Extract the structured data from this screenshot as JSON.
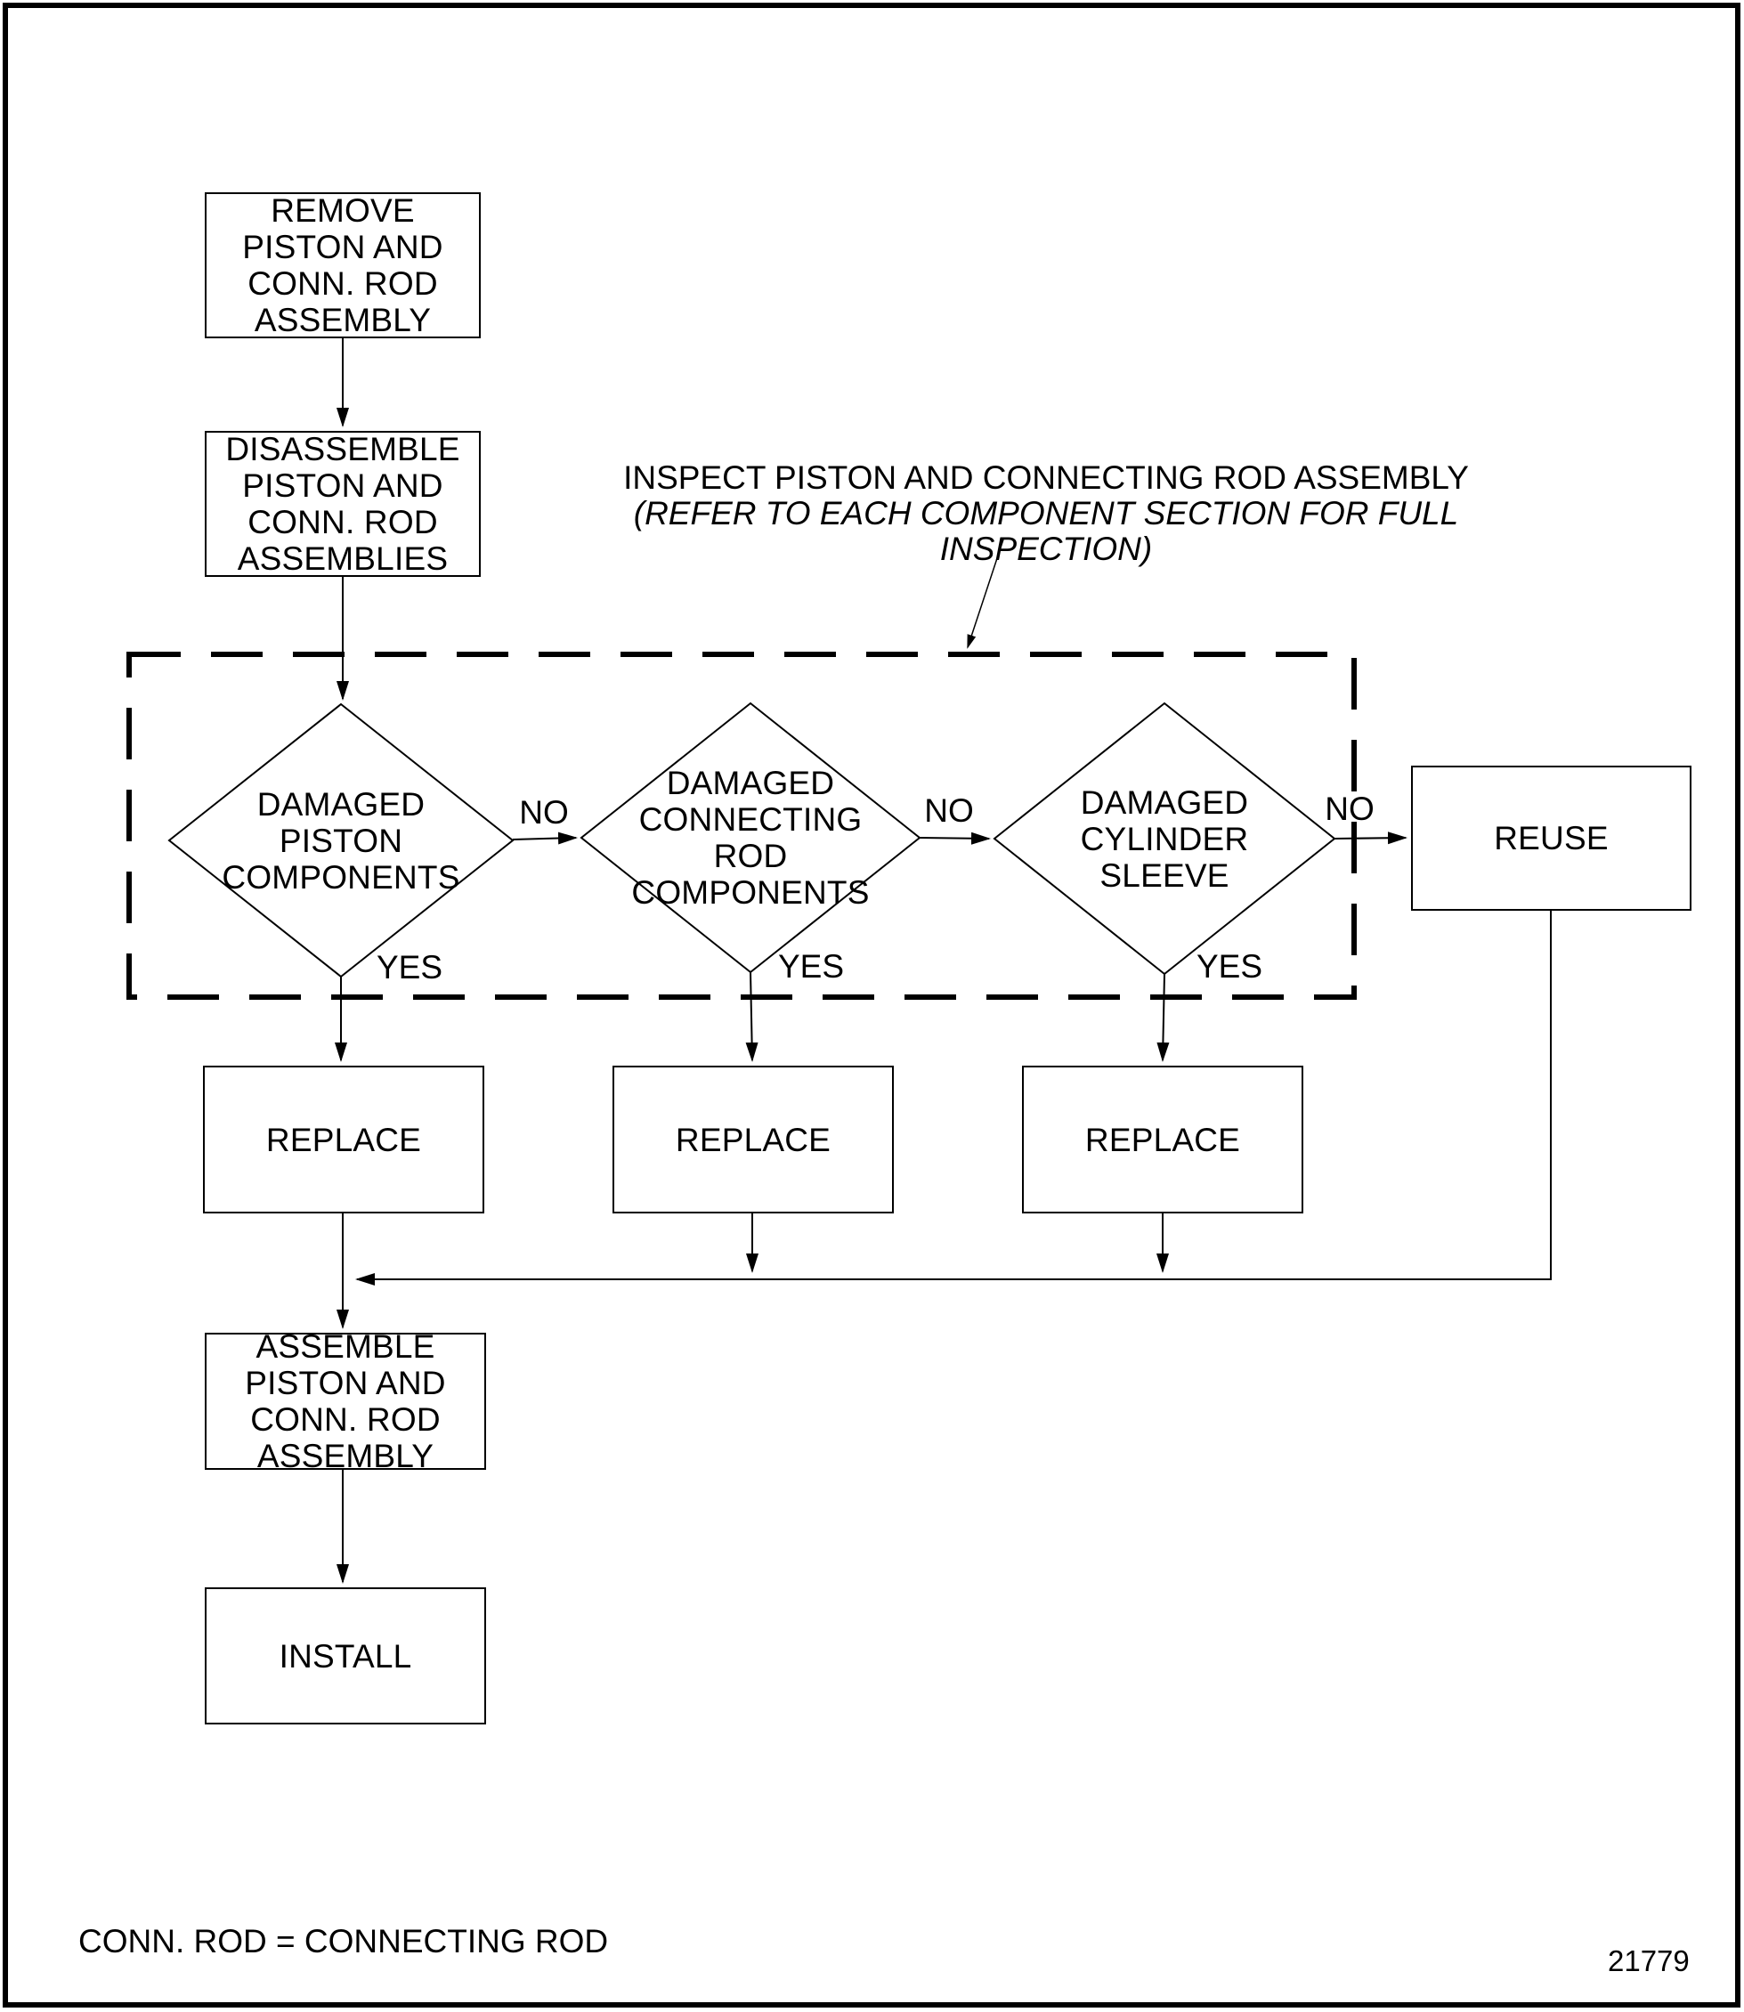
{
  "page": {
    "background": "#ffffff",
    "ink": "#000000",
    "note": "CONN. ROD = CONNECTING ROD",
    "figure_number": "21779"
  },
  "flowchart": {
    "inspect_callout": {
      "line1": "INSPECT PISTON AND CONNECTING ROD ASSEMBLY",
      "line2": "(REFER TO EACH COMPONENT SECTION FOR FULL INSPECTION)"
    },
    "nodes": {
      "remove": {
        "label": "REMOVE\nPISTON AND\nCONN. ROD\nASSEMBLY"
      },
      "disassemble": {
        "label": "DISASSEMBLE\nPISTON AND\nCONN. ROD\nASSEMBLIES"
      },
      "damaged_piston": {
        "label": "DAMAGED\nPISTON\nCOMPONENTS"
      },
      "damaged_conn_rod": {
        "label": "DAMAGED\nCONNECTING\nROD\nCOMPONENTS"
      },
      "damaged_sleeve": {
        "label": "DAMAGED\nCYLINDER\nSLEEVE"
      },
      "reuse": {
        "label": "REUSE"
      },
      "replace_piston": {
        "label": "REPLACE"
      },
      "replace_conn_rod": {
        "label": "REPLACE"
      },
      "replace_sleeve": {
        "label": "REPLACE"
      },
      "assemble": {
        "label": "ASSEMBLE\nPISTON AND\nCONN. ROD\nASSEMBLY"
      },
      "install": {
        "label": "INSTALL"
      }
    },
    "edge_labels": {
      "piston_no": "NO",
      "conn_rod_no": "NO",
      "sleeve_no": "NO",
      "piston_yes": "YES",
      "conn_rod_yes": "YES",
      "sleeve_yes": "YES"
    }
  }
}
